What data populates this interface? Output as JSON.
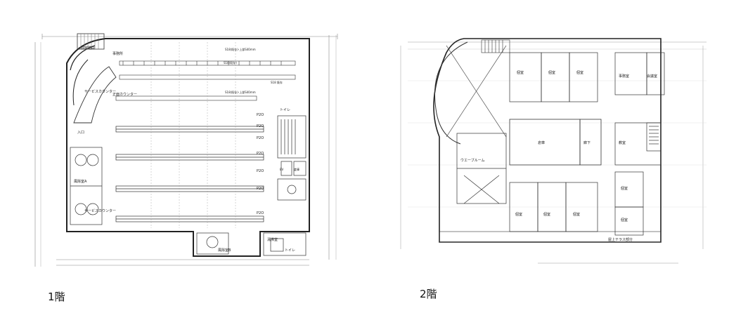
{
  "floors": [
    {
      "label": "1階",
      "rooms": {
        "stair_top": "非常階段",
        "office": "事務所",
        "counter": "サービスカウンター",
        "entrance": "入口",
        "windfront": "風除室A",
        "front_counter": "正面カウンター",
        "wc": "トイレ",
        "elevator": "EV",
        "storage": "倉庫",
        "customer_counter": "サービスカウンター",
        "windroom_b": "風除室B",
        "pantry": "湯沸室",
        "wc2": "トイレ"
      },
      "shelf_labels": [
        "S18(既存)-上部S40mm",
        "S18(既存)",
        "S18 既存",
        "S18(既存)-上部S40mm"
      ],
      "row_labels": [
        "P2O",
        "P2O",
        "P2O",
        "P2O",
        "P2O",
        "P2O",
        "P2O"
      ]
    },
    {
      "label": "2階",
      "rooms": {
        "office1": "事務室",
        "office2": "会議室",
        "hall": "ウエーブルーム",
        "r1": "個室",
        "r2": "個室",
        "r3": "個室",
        "r4": "個室",
        "r5": "個室",
        "r6": "個室",
        "main": "倉庫",
        "corridor": "廊下",
        "room_b": "個室",
        "room_c": "個室",
        "bottom": "屋上テラス部分",
        "pro": "教室"
      }
    }
  ]
}
